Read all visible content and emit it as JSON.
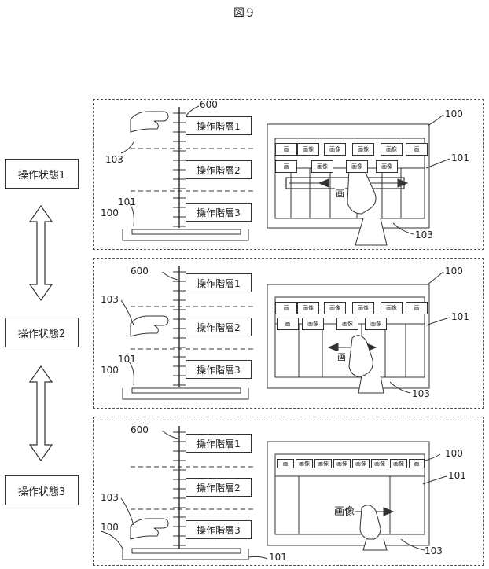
{
  "figure_title": "図９",
  "states": [
    "操作状態1",
    "操作状態2",
    "操作状態3"
  ],
  "layers": [
    "操作階層1",
    "操作階層2",
    "操作階層3"
  ],
  "refs": {
    "display": "100",
    "screen": "101",
    "hand": "103",
    "scale": "600"
  },
  "cell_text": "画像",
  "cell_text_short": "画"
}
